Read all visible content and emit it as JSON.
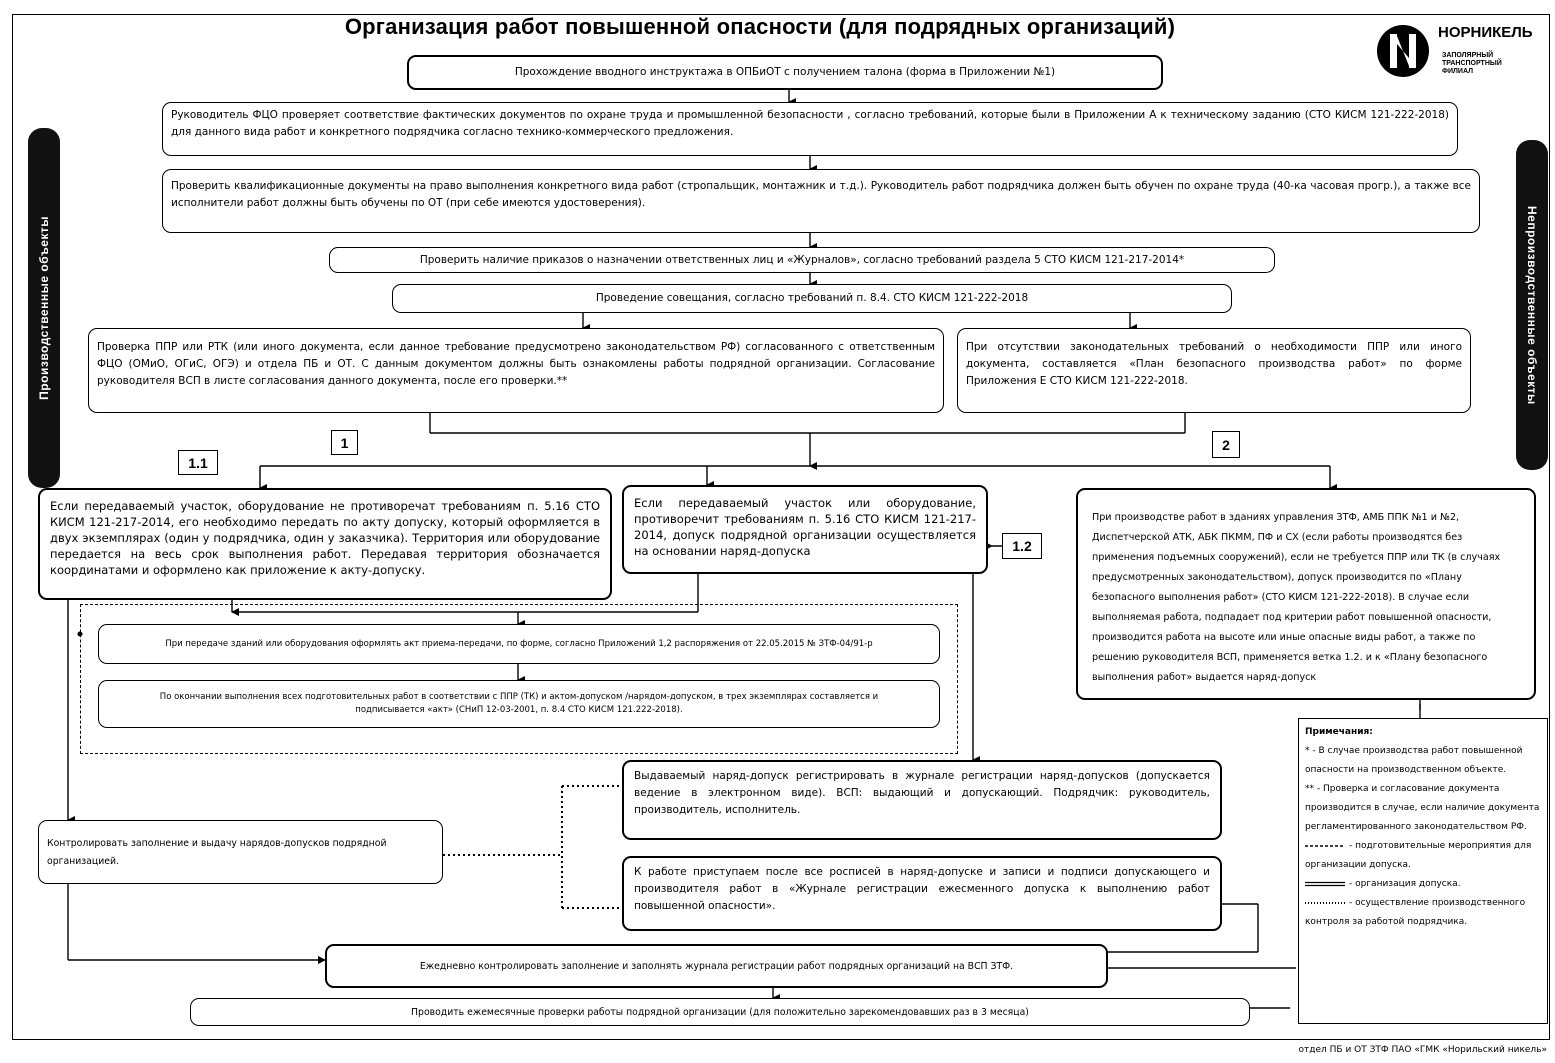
{
  "title": "Организация работ повышенной опасности (для подрядных организаций)",
  "logo": {
    "name": "НОРНИКЕЛЬ",
    "sub_lines": [
      "ЗАПОЛЯРНЫЙ",
      "ТРАНСПОРТНЫЙ",
      "ФИЛИАЛ"
    ]
  },
  "side_labels": {
    "left": "Производственные объекты",
    "right": "Непроизводственные объекты"
  },
  "steps": {
    "s1": "Прохождение вводного инструктажа в ОПБиОТ с получением талона (форма в Приложении №1)",
    "s2": "Руководитель ФЦО проверяет соответствие фактических документов по охране труда и промышленной безопасности , согласно требований, которые были в Приложении А к техническому заданию (СТО КИСМ 121-222-2018) для данного вида работ и конкретного подрядчика согласно технико-коммерческого предложения.",
    "s3": "Проверить квалификационные документы на право выполнения конкретного вида работ (стропальщик, монтажник и т.д.). Руководитель работ подрядчика должен быть обучен по охране труда (40-ка часовая прогр.), а также все исполнители работ должны быть обучены по ОТ (при себе имеются удостоверения).",
    "s4": "Проверить наличие приказов о назначении ответственных лиц и «Журналов», согласно требований раздела 5 СТО КИСМ 121-217-2014*",
    "s5": "Проведение совещания, согласно требований п. 8.4. СТО КИСМ 121-222-2018",
    "s6_left": "Проверка ППР или РТК (или иного документа, если данное требование предусмотрено законодательством РФ) согласованного с ответственным ФЦО (ОМиО, ОГиС, ОГЭ) и отдела ПБ и ОТ. С данным документом должны быть ознакомлены работы подрядной организации. Согласование руководителя ВСП в листе согласования данного документа, после его проверки.**",
    "s6_right": "При отсутствии законодательных требований о необходимости ППР или иного документа, составляется «План безопасного производства работ» по форме Приложения Е СТО КИСМ 121-222-2018.",
    "b11": "Если передаваемый участок, оборудование не противоречат требованиям п. 5.16 СТО КИСМ 121-217-2014, его необходимо передать по акту допуску, который оформляется в двух экземплярах (один у подрядчика, один у заказчика). Территория или оборудование передается на весь срок выполнения работ. Передавая территория обозначается координатами и оформлено как приложение к акту-допуску.",
    "b12": "Если передаваемый участок или оборудование, противоречит требованиям п. 5.16 СТО КИСМ 121-217-2014, допуск подрядной организации осуществляется на основании наряд-допуска",
    "b2": "При производстве работ в зданиях управления ЗТФ, АМБ ППК №1 и №2, Диспетчерской АТК, АБК ПКММ, ПФ и СХ (если работы производятся без применения подъемных сооружений), если не требуется ППР или ТК (в случаях предусмотренных законодательством), допуск производится по «Плану безопасного выполнения работ» (СТО КИСМ 121-222-2018). В случае если выполняемая работа, подпадает под критерии работ повышенной опасности, производится работа на высоте или иные опасные виды работ, а также по решению руководителя ВСП, применяется ветка 1.2. и к «Плану безопасного выполнения работ» выдается наряд-допуск",
    "d1": "При передаче зданий или оборудования оформлять акт приема-передачи, по форме, согласно Приложений 1,2 распоряжения от 22.05.2015 № ЗТФ-04/91-р",
    "d2": "По окончании выполнения всех подготовительных работ в соответствии с ППР (ТК) и актом-допуском /нарядом-допуском, в трех экземплярах составляется и подписывается «акт» (СНиП 12-03-2001, п. 8.4 СТО КИСМ 121.222-2018).",
    "r1": "Выдаваемый наряд-допуск регистрировать в журнале регистрации наряд-допусков (допускается ведение в электронном виде). ВСП: выдающий и допускающий. Подрядчик: руководитель, производитель, исполнитель.",
    "r2": "К работе приступаем после все росписей в наряд-допуске и записи и подписи допускающего и производителя работ в «Журнале регистрации ежесменного допуска к выполнению работ повышенной опасности».",
    "ctrl": "Контролировать заполнение и выдачу нарядов-допусков подрядной организацией.",
    "daily": "Ежедневно контролировать заполнение и заполнять журнала регистрации работ подрядных организаций на ВСП ЗТФ.",
    "monthly": "Проводить ежемесячные проверки работы подрядной организации (для положительно зарекомендовавших раз в 3 месяца)"
  },
  "labels": {
    "n1": "1",
    "n11": "1.1",
    "n12": "1.2",
    "n2": "2"
  },
  "notes": {
    "title": "Примечания:",
    "n1": "* - В случае производства работ повышенной опасности на производственном объекте.",
    "n2": "** - Проверка и согласование документа производится в случае, если наличие документа регламентированного законодательством РФ.",
    "l1": "- подготовительные мероприятия для организации допуска.",
    "l2": "- организация допуска.",
    "l3": "- осуществление производственного контроля за работой подрядчика."
  },
  "footer": "отдел ПБ и ОТ ЗТФ ПАО «ГМК «Норильский никель»"
}
